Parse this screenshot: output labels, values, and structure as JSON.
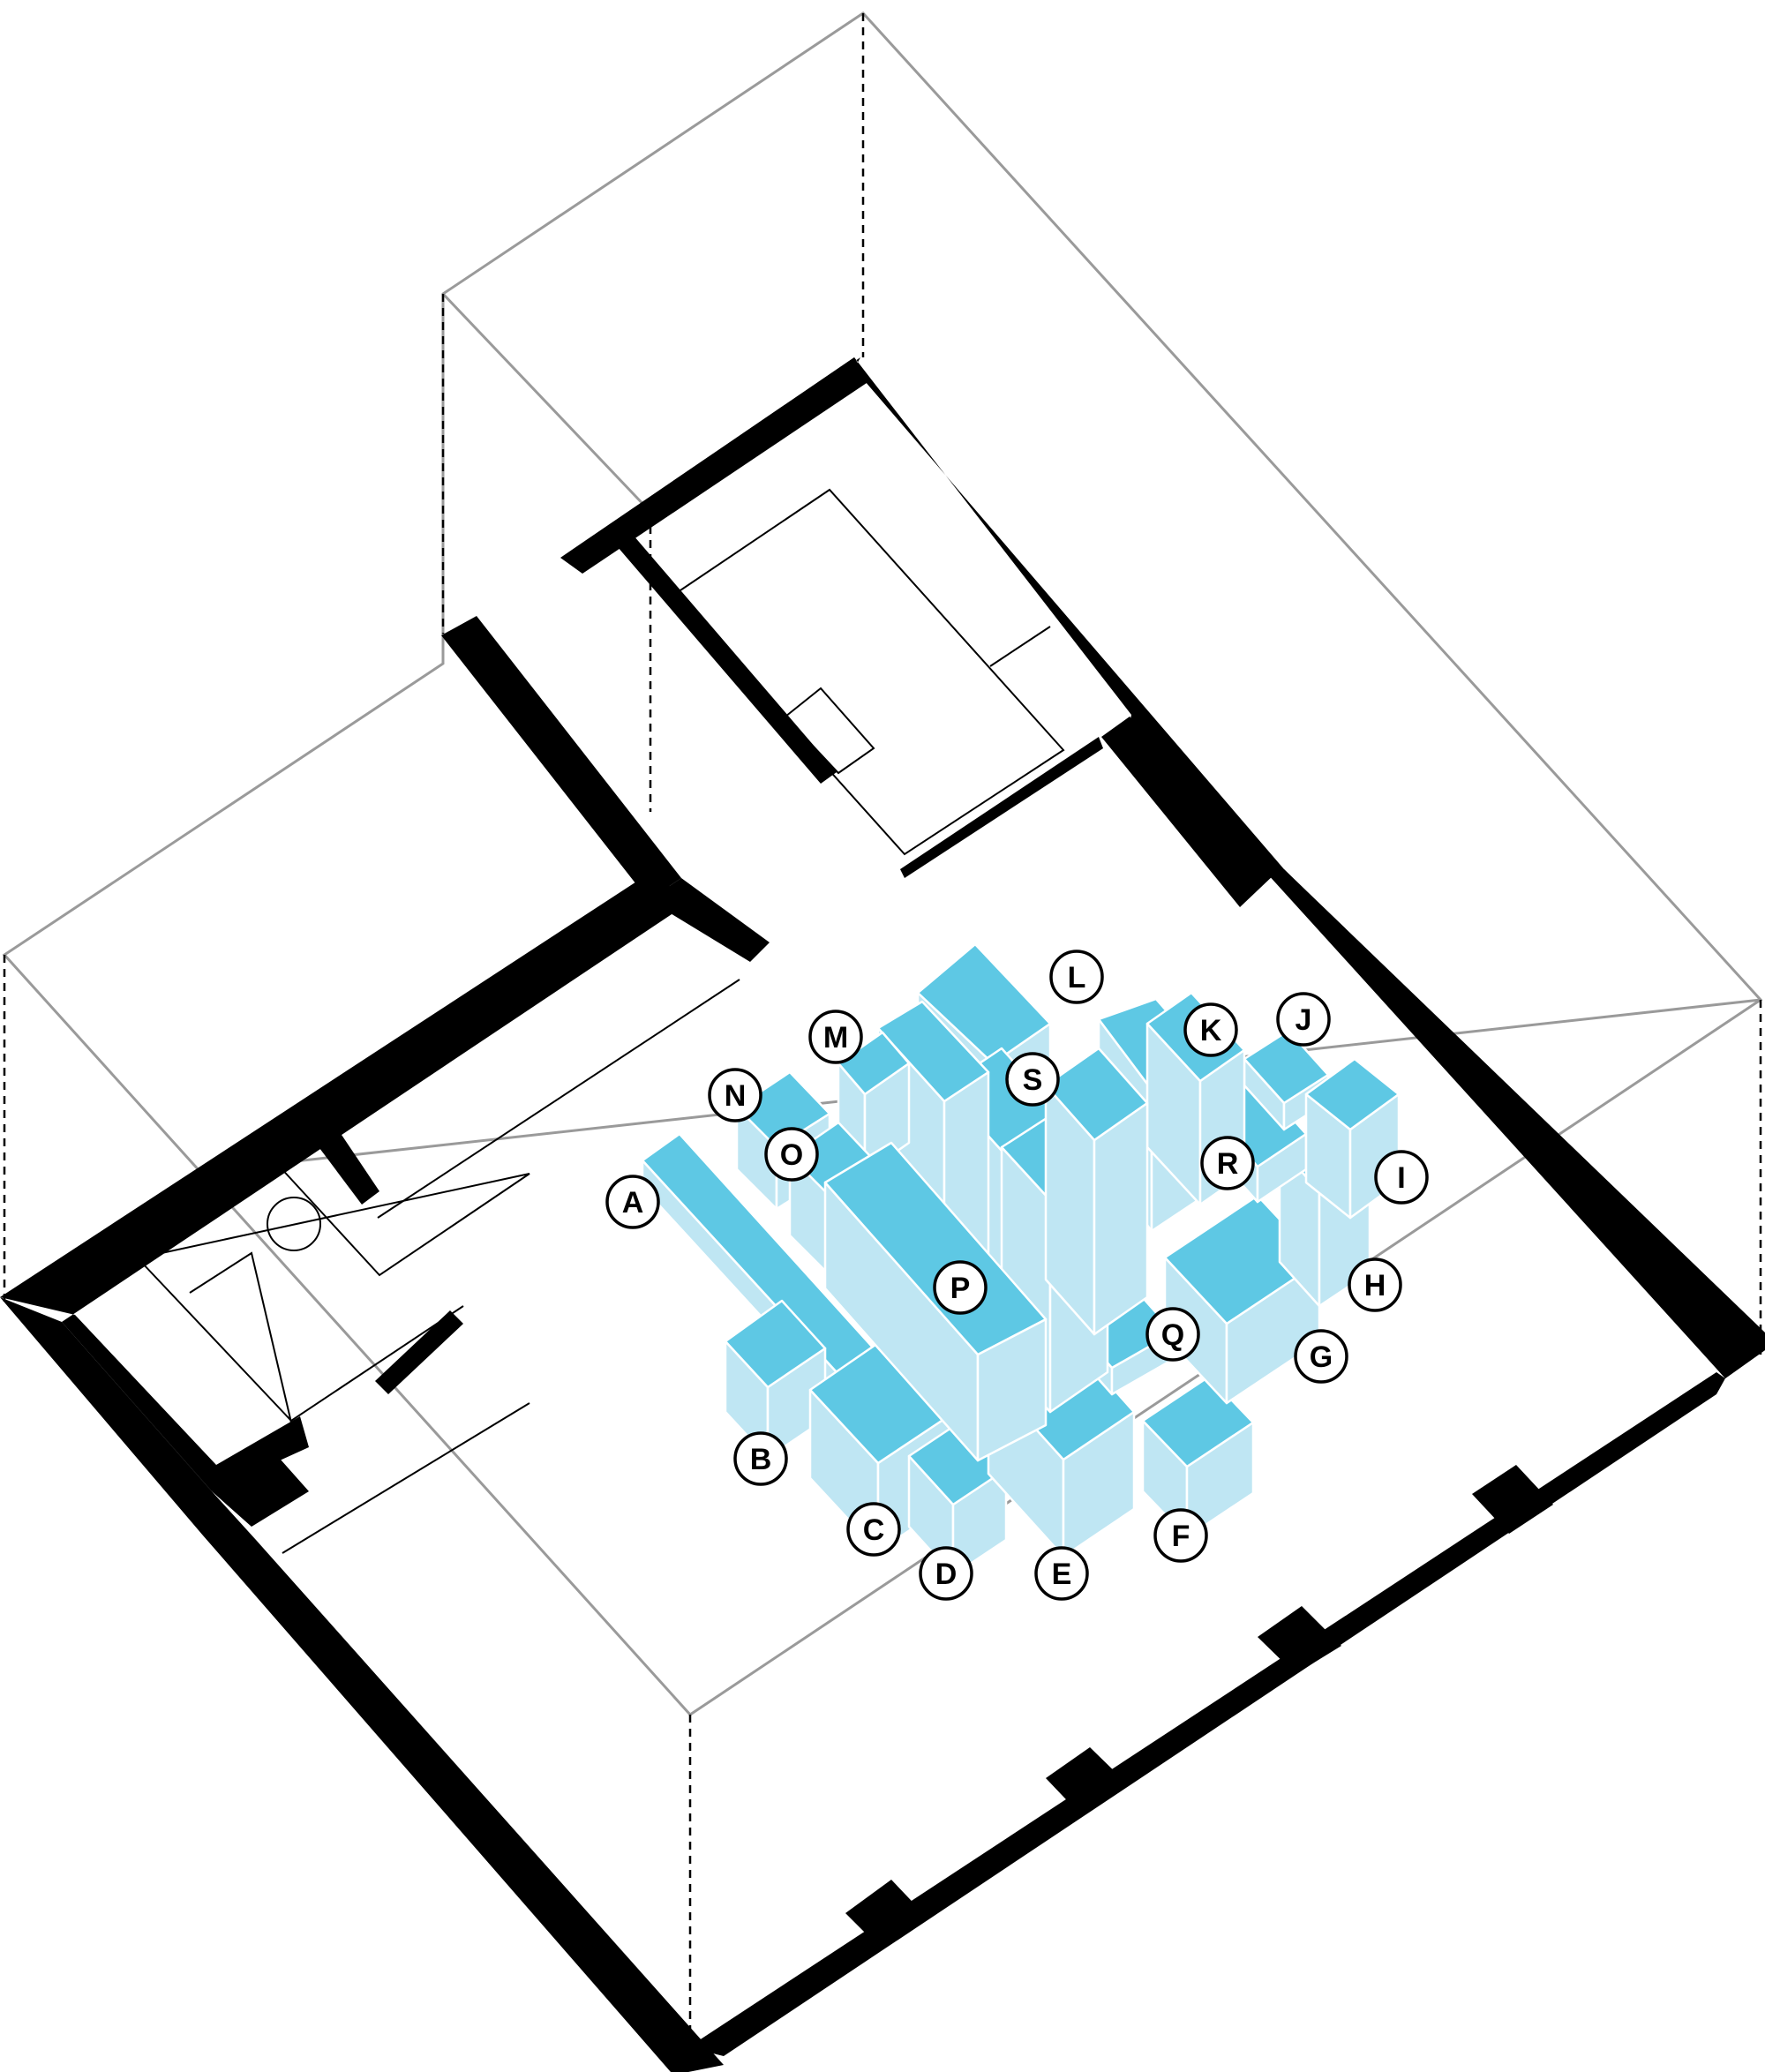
{
  "colors": {
    "box_top": "#5ec8e4",
    "box_side": "#bfe6f3",
    "wall": "#000000",
    "guide": "#9a9a9a"
  },
  "labels": [
    {
      "id": "a",
      "text": "A"
    },
    {
      "id": "b",
      "text": "B"
    },
    {
      "id": "c",
      "text": "C"
    },
    {
      "id": "d",
      "text": "D"
    },
    {
      "id": "e",
      "text": "E"
    },
    {
      "id": "f",
      "text": "F"
    },
    {
      "id": "g",
      "text": "G"
    },
    {
      "id": "h",
      "text": "H"
    },
    {
      "id": "i",
      "text": "I"
    },
    {
      "id": "j",
      "text": "J"
    },
    {
      "id": "k",
      "text": "K"
    },
    {
      "id": "l",
      "text": "L"
    },
    {
      "id": "m",
      "text": "M"
    },
    {
      "id": "n",
      "text": "N"
    },
    {
      "id": "o",
      "text": "O"
    },
    {
      "id": "p",
      "text": "P"
    },
    {
      "id": "q",
      "text": "Q"
    },
    {
      "id": "r",
      "text": "R"
    },
    {
      "id": "s",
      "text": "S"
    }
  ]
}
